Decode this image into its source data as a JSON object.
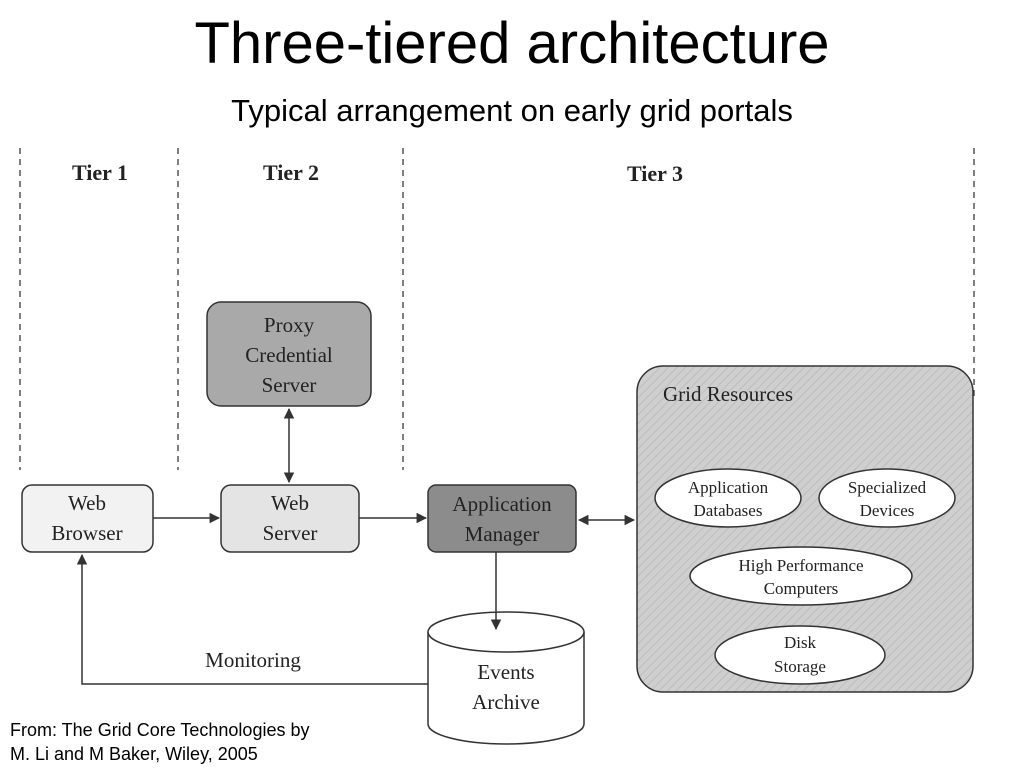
{
  "title": "Three-tiered architecture",
  "subtitle": "Typical arrangement on early grid portals",
  "tiers": {
    "tier1": "Tier 1",
    "tier2": "Tier 2",
    "tier3": "Tier 3"
  },
  "nodes": {
    "web_browser": [
      "Web",
      "Browser"
    ],
    "web_server": [
      "Web",
      "Server"
    ],
    "proxy": [
      "Proxy",
      "Credential",
      "Server"
    ],
    "app_manager": [
      "Application",
      "Manager"
    ],
    "events_archive": [
      "Events",
      "Archive"
    ],
    "grid_resources": "Grid Resources",
    "app_databases": [
      "Application",
      "Databases"
    ],
    "specialized_devices": [
      "Specialized",
      "Devices"
    ],
    "hpc": [
      "High Performance",
      "Computers"
    ],
    "disk_storage": [
      "Disk",
      "Storage"
    ]
  },
  "edges": {
    "monitoring": "Monitoring"
  },
  "caption": {
    "line1": "From: The Grid Core Technologies by",
    "line2": "M. Li and M Baker, Wiley, 2005"
  },
  "colors": {
    "light_box": "#f2f2f2",
    "mid_box": "#a9a9a9",
    "dark_box": "#8c8c8c",
    "grid_box": "#cdcdcd",
    "line": "#333333"
  }
}
